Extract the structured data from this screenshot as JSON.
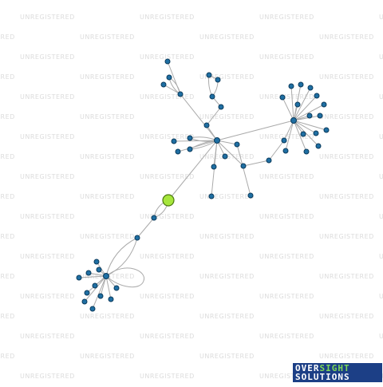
{
  "watermark_text": "UNREGISTERED",
  "logo": {
    "line1_part1": "OVER",
    "line1_part2": "SIGHT",
    "line2": "SOLUTIONS"
  },
  "colors": {
    "background": "#ffffff",
    "node": "#1f6fa3",
    "focus_node": "#a6e63c",
    "edge": "#aaaaaa",
    "logo_bg": "#1c3f86",
    "logo_accent": "#7ed957"
  },
  "graph": {
    "node_count": 60,
    "focus_node_color": "lime-green",
    "edge_style": "curved-grey"
  }
}
